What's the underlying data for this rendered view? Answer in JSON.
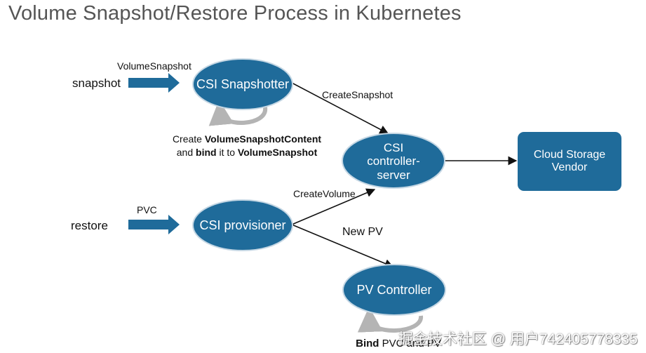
{
  "title": "Volume Snapshot/Restore Process in Kubernetes",
  "inputs": {
    "snapshot": "snapshot",
    "restore": "restore",
    "volumesnapshot": "VolumeSnapshot",
    "pvc": "PVC"
  },
  "nodes": {
    "csi_snapshotter": "CSI Snapshotter",
    "csi_controller_l1": "CSI",
    "csi_controller_l2": "controller-",
    "csi_controller_l3": "server",
    "cloud_l1": "Cloud Storage",
    "cloud_l2": "Vendor",
    "csi_provisioner": "CSI provisioner",
    "pv_controller": "PV Controller"
  },
  "edges": {
    "create_snapshot": "CreateSnapshot",
    "create_volume": "CreateVolume",
    "new_pv": "New PV"
  },
  "notes": {
    "snap_create": "Create",
    "snap_content": "VolumeSnapshotContent",
    "snap_and": "and",
    "snap_bind": "bind",
    "snap_it_to": "it to",
    "snap_target": "VolumeSnapshot",
    "pv_bind": "Bind",
    "pv_rest": "PVC and PV"
  },
  "watermark": "掘金技术社区 @ 用户742405778335",
  "colors": {
    "node_fill": "#1f6b9a",
    "node_stroke": "#c5d7e4",
    "arrow_blue": "#1f6b9a",
    "loop_grey": "#b4b4b4",
    "title": "#555555"
  }
}
